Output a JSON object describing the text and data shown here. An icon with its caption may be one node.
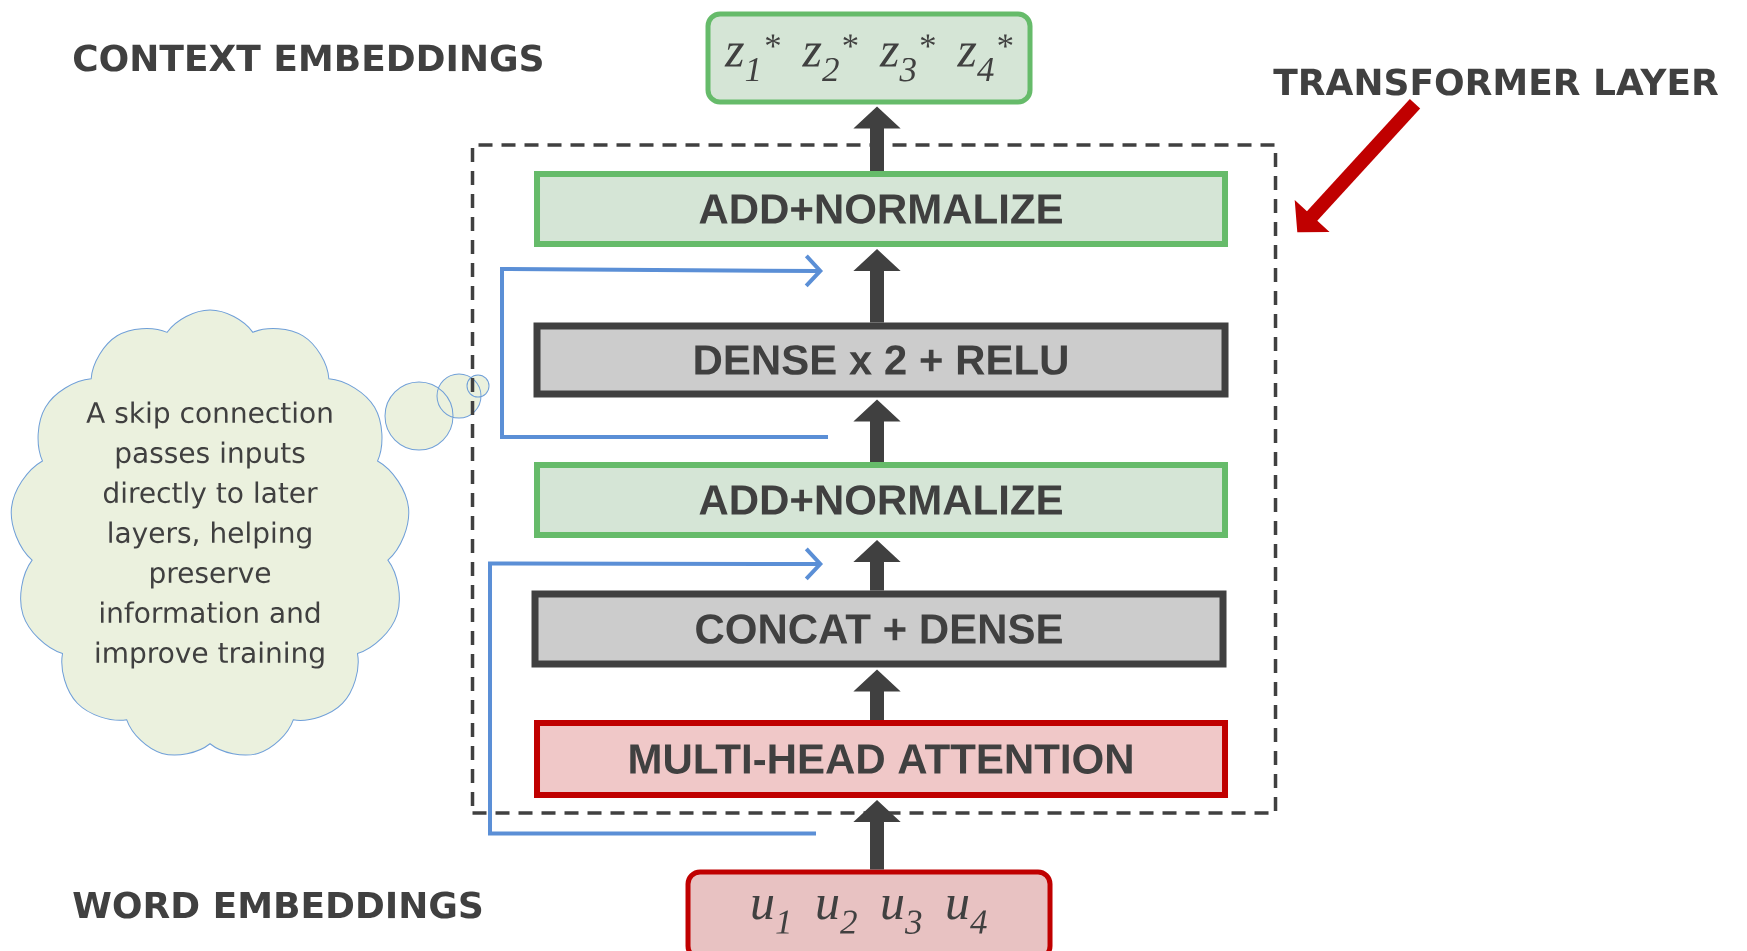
{
  "diagram": {
    "nodes": [
      {
        "text": [
          "z$_{1}$$^{*}$",
          "z$_{2}$$^{*}$",
          "z$_{3}$$^{*}$",
          "z$_{4}$$^{*}$"
        ]
      },
      {
        "text": [],
        "shape": "box"
      },
      {
        "text": [
          "ADD+NORMALIZE"
        ],
        "in": 1
      },
      {
        "text": [
          "DENSE x 2 + RELU"
        ],
        "in": 1
      },
      {
        "text": [
          "ADD+NORMALIZE"
        ],
        "in": 1
      },
      {
        "text": [
          "CONCAT + DENSE"
        ],
        "in": 1
      },
      {
        "text": [
          "MULTI-HEAD ATTENTION"
        ],
        "in": 1
      },
      {
        "text": [
          "u$_{1}$",
          "u$_{2}$",
          "u$_{3}$",
          "u$_{4}$"
        ]
      },
      {
        "text": [
          "A skip connection passes inputs directly to later layers, helping preserve information and improve training"
        ]
      },
      {
        "text": [
          "TRANSFORMER LAYER"
        ]
      }
    ],
    "edges": [
      {
        "from": 7,
        "to": 6,
        "arrow": "to"
      },
      {
        "from": 6,
        "to": 5,
        "arrow": "to"
      },
      {
        "from": 5,
        "to": 4,
        "arrow": "to"
      },
      {
        "from": 4,
        "to": 3,
        "arrow": "to"
      },
      {
        "from": 3,
        "to": 2,
        "arrow": "to"
      },
      {
        "from": 2,
        "to": 0,
        "arrow": "to"
      },
      {
        "from": 7,
        "to": 4,
        "arrow": "to",
        "color": "#5b8fd6"
      },
      {
        "from": 4,
        "to": 2,
        "arrow": "to",
        "color": "#5b8fd6"
      },
      {
        "from": 9,
        "to": 1,
        "arrow": "to",
        "color": "#c00000"
      }
    ],
    "labels": [
      "CONTEXT EMBEDDINGS",
      "WORD EMBEDDINGS"
    ]
  }
}
